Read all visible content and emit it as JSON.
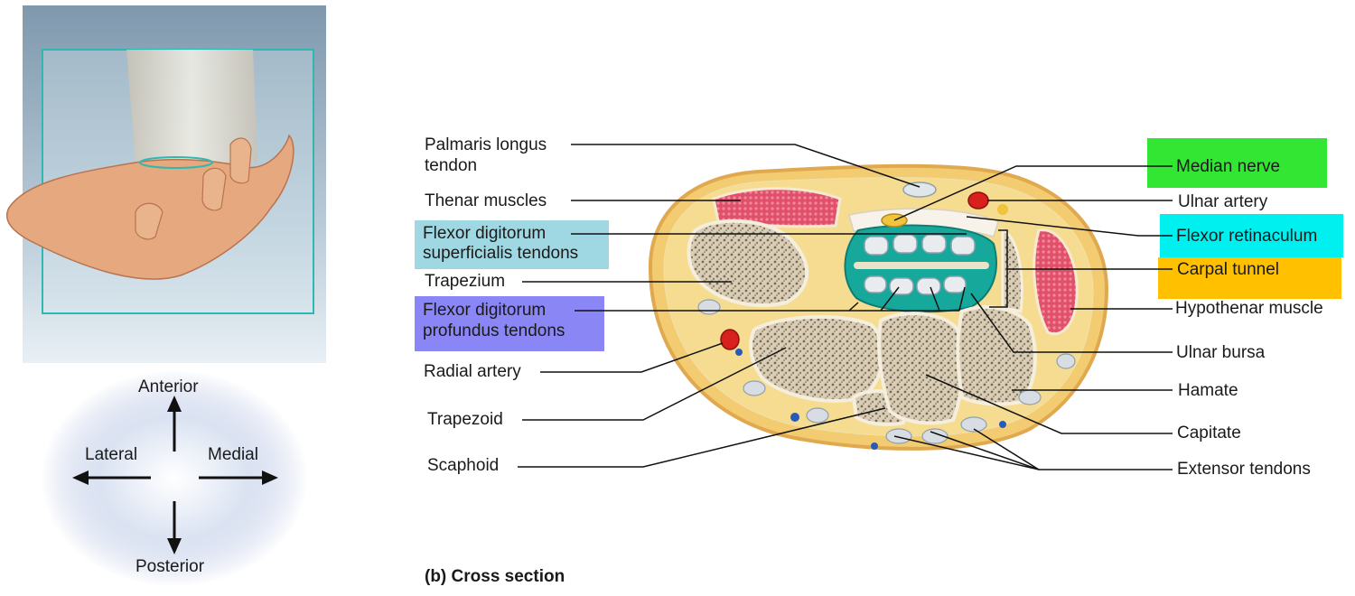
{
  "orientation": {
    "anterior": "Anterior",
    "posterior": "Posterior",
    "lateral": "Lateral",
    "medial": "Medial"
  },
  "labels_left": {
    "palmaris_longus": "Palmaris longus",
    "palmaris_longus_2": "tendon",
    "thenar_muscles": "Thenar muscles",
    "fds_1": "Flexor digitorum",
    "fds_2": "superficialis tendons",
    "trapezium": "Trapezium",
    "fdp_1": "Flexor digitorum",
    "fdp_2": "profundus tendons",
    "radial_artery": "Radial artery",
    "trapezoid": "Trapezoid",
    "scaphoid": "Scaphoid"
  },
  "labels_right": {
    "median_nerve": "Median nerve",
    "ulnar_artery": "Ulnar artery",
    "flexor_retinaculum": "Flexor retinaculum",
    "carpal_tunnel": "Carpal tunnel",
    "hypothenar_muscles": "Hypothenar muscle",
    "ulnar_bursa": "Ulnar bursa",
    "hamate": "Hamate",
    "capitate": "Capitate",
    "extensor_tendons": "Extensor tendons"
  },
  "caption": "(b) Cross section",
  "highlight_colors": {
    "median_nerve": "#33e633",
    "flexor_retinaculum": "#00f0f0",
    "carpal_tunnel": "#ffc000",
    "fds": "#9fd8e2",
    "fdp": "#8a86f5"
  }
}
